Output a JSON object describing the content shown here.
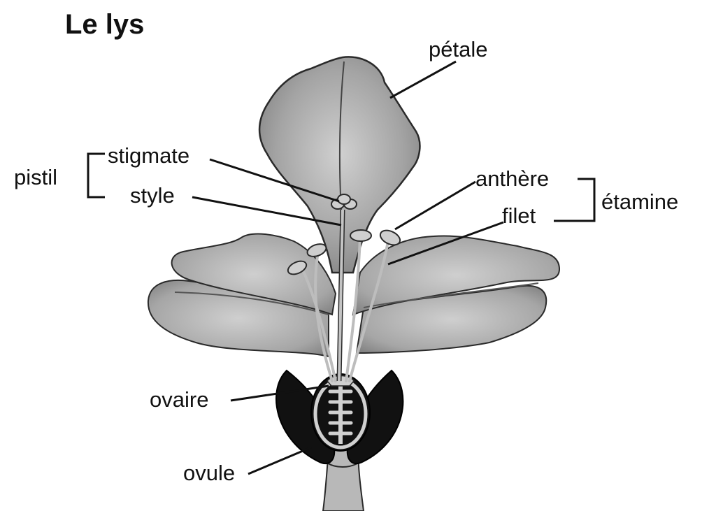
{
  "diagram": {
    "title": "Le lys",
    "labels": {
      "petale": "pétale",
      "pistil": "pistil",
      "stigmate": "stigmate",
      "style": "style",
      "anthere": "anthère",
      "filet": "filet",
      "etamine": "étamine",
      "ovaire": "ovaire",
      "ovule": "ovule"
    }
  },
  "colors": {
    "petal_fill": "#a8a8a8",
    "petal_dark": "#6a6a6a",
    "outline": "#222222",
    "ovary_fill": "#111111",
    "stamen_fill": "#bdbdbd",
    "text": "#111111"
  }
}
